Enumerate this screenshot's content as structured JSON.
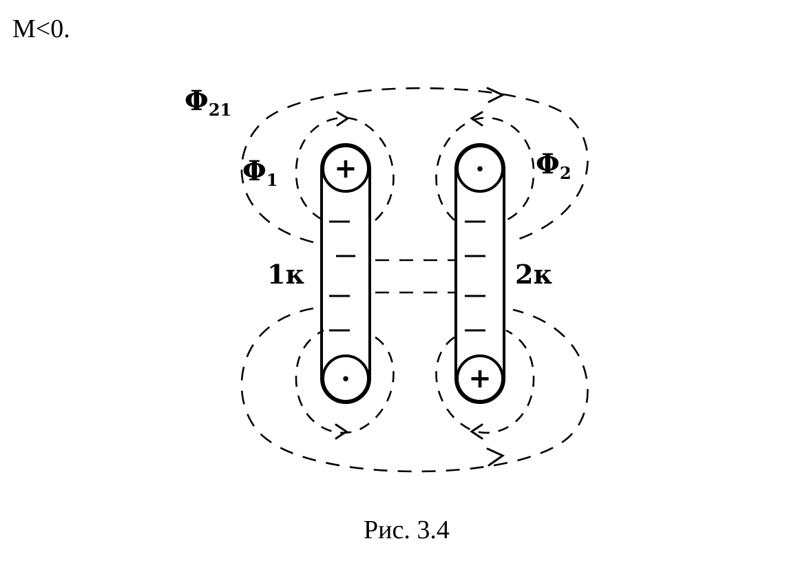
{
  "heading": "M<0.",
  "caption": "Рис. 3.4",
  "labels": {
    "flux_mutual": {
      "symbol": "Φ",
      "subscript": "21"
    },
    "flux_1": {
      "symbol": "Φ",
      "subscript": "1"
    },
    "flux_2": {
      "symbol": "Φ",
      "subscript": "2"
    },
    "coil_1": "1к",
    "coil_2": "2к"
  },
  "terminals": {
    "coil_1_top": "+",
    "coil_1_bottom": "•",
    "coil_2_top": "•",
    "coil_2_bottom": "+"
  }
}
